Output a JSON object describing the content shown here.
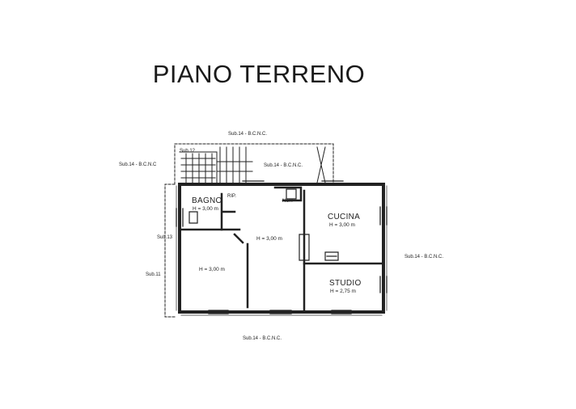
{
  "title": "PIANO TERRENO",
  "labels": {
    "sub14_top": "Sub.14 - B.C.N.C.",
    "sub12": "Sub.12",
    "sub14_left": "Sub.14 - B.C.N.C",
    "sub14_inner": "Sub.14 - B.C.N.C.",
    "sub13": "Sub.13",
    "sub11": "Sub.11",
    "sub14_right": "Sub.14 - B.C.N.C.",
    "sub14_bottom": "Sub.14 - B.C.N.C."
  },
  "rooms": {
    "bagno": {
      "name": "BAGNO",
      "height": "H = 3,00 m"
    },
    "rip": {
      "name": "RIP."
    },
    "nsr": {
      "name": "NSR"
    },
    "cucina": {
      "name": "CUCINA",
      "height": "H = 3,00 m"
    },
    "central": {
      "height": "H = 3,00 m"
    },
    "left": {
      "height": "H = 3,00 m"
    },
    "studio": {
      "name": "STUDIO",
      "height": "H = 2,75 m"
    }
  },
  "colors": {
    "line": "#222222",
    "background": "#ffffff"
  }
}
